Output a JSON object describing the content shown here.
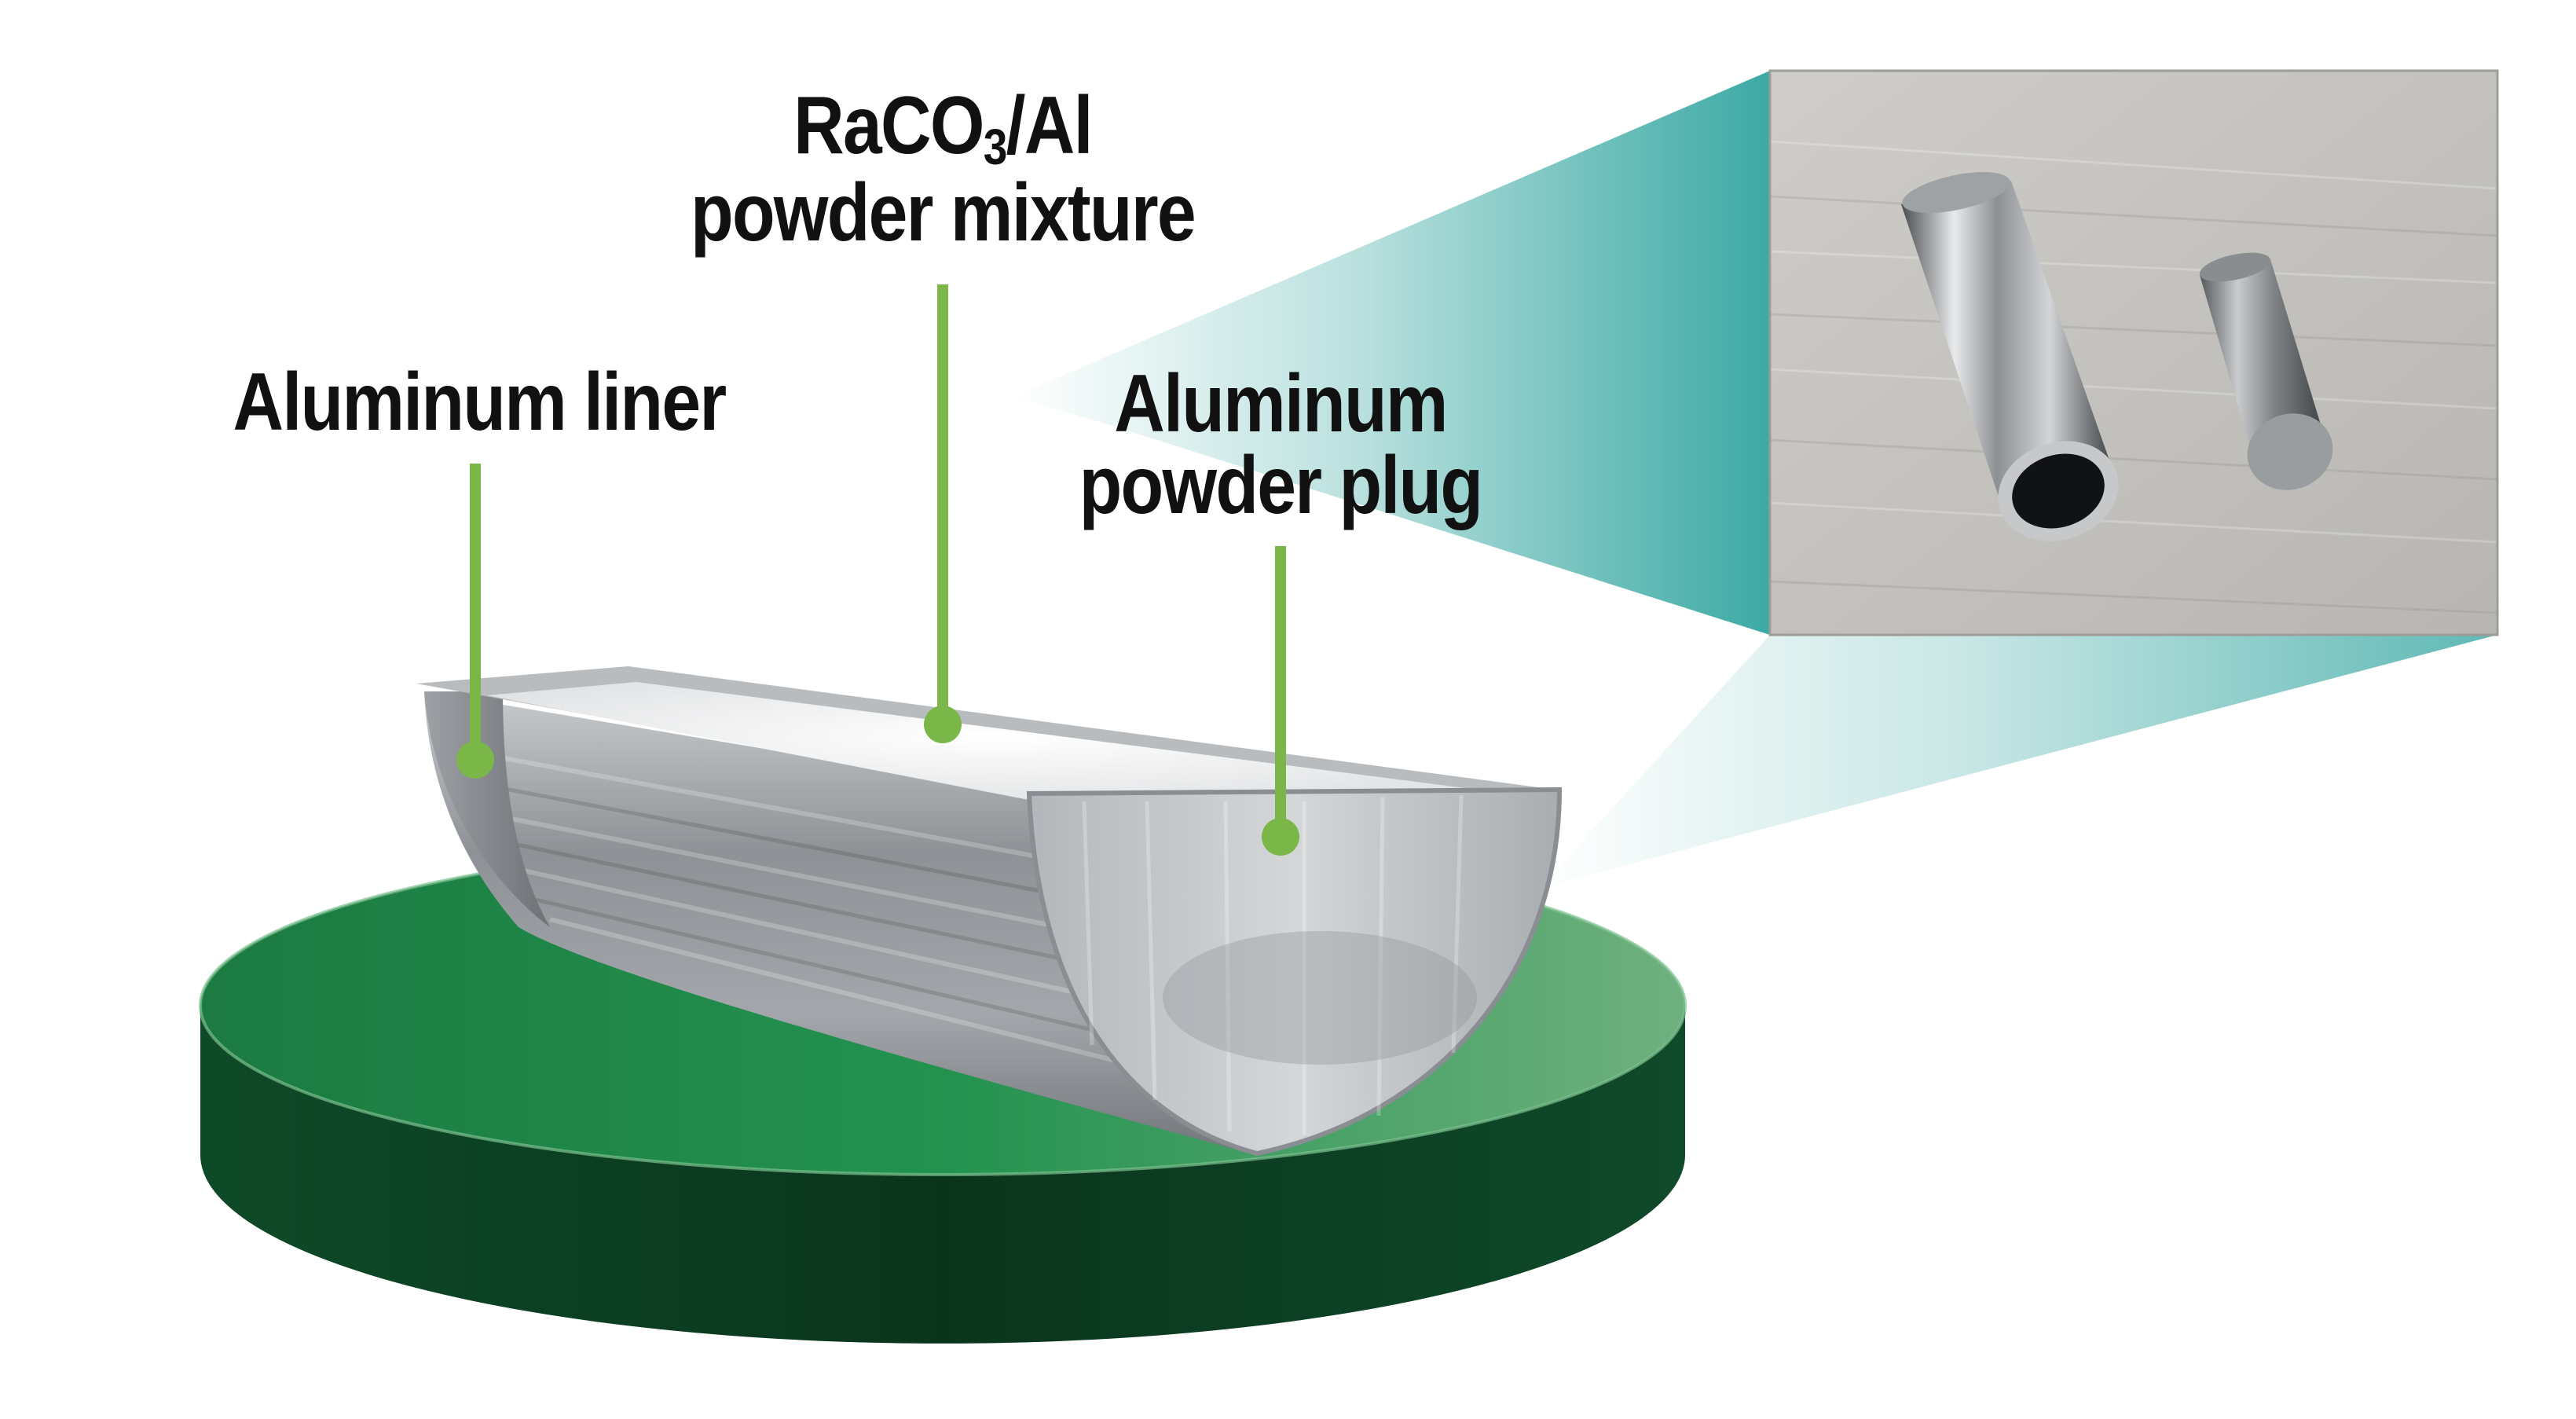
{
  "labels": {
    "liner": "Aluminum liner",
    "mixture_formula_prefix": "RaCO",
    "mixture_formula_sub": "3",
    "mixture_formula_suffix": "/Al",
    "mixture_line2": "powder mixture",
    "plug_line1": "Aluminum",
    "plug_line2": "powder plug"
  },
  "colors": {
    "callout_green": "#7ab648",
    "disk_green": "#1f8a4c",
    "disk_dark": "#0d3f22",
    "teal_beam": "#1a9a94",
    "aluminum": "#a9adb1",
    "photo_background": "#c9c7c3"
  },
  "icons": {
    "photo": "aluminum-tube-and-plug-photo"
  }
}
